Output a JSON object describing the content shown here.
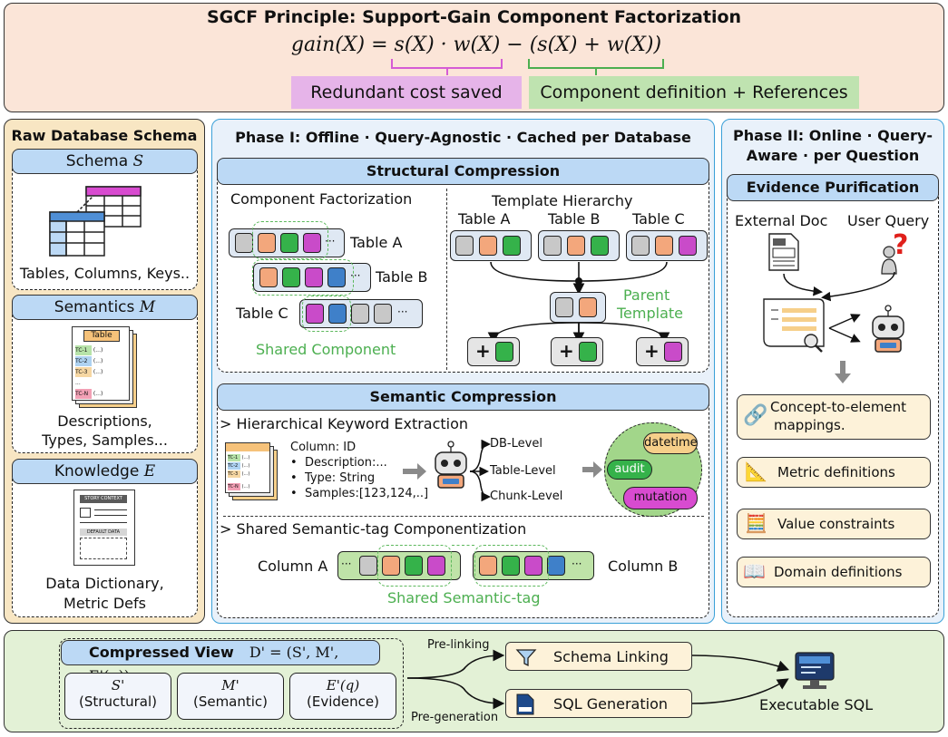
{
  "principle": {
    "title": "SGCF  Principle: Support-Gain Component Factorization",
    "formula": "gain(X) = s(X) · w(X) − (s(X) + w(X))",
    "redundant_label": "Redundant cost saved",
    "component_label": "Component definition + References"
  },
  "raw_schema": {
    "title": "Raw Database Schema",
    "schema_header": "Schema",
    "schema_symbol": "S",
    "schema_caption": "Tables, Columns, Keys..",
    "semantics_header": "Semantics",
    "semantics_symbol": "M",
    "table_label": "Table",
    "tc_labels": [
      "TC-1",
      "TC-2",
      "TC-3",
      "...",
      "TC-N"
    ],
    "tc_value": "(...)",
    "semantics_caption_1": "Descriptions,",
    "semantics_caption_2": "Types, Samples...",
    "knowledge_header": "Knowledge",
    "knowledge_symbol": "E",
    "story_context": "STORY CONTEXT",
    "default_data": "DEFAULT DATA",
    "knowledge_caption_1": "Data Dictionary,",
    "knowledge_caption_2": "Metric Defs"
  },
  "phase1": {
    "title": "Phase I: Offline · Query-Agnostic · Cached per Database",
    "structural": {
      "header": "Structural Compression",
      "factorization_title": "Component Factorization",
      "table_a": "Table A",
      "table_b": "Table B",
      "table_c": "Table C",
      "ellipsis": "···",
      "shared_component": "Shared Component",
      "hierarchy_title": "Template Hierarchy",
      "parent_template_1": "Parent",
      "parent_template_2": "Template",
      "plus": "+"
    },
    "semantic": {
      "header": "Semantic Compression",
      "keyword_title": "> Hierarchical Keyword Extraction",
      "column_id": "Column: ID",
      "description": "Description:...",
      "type": "Type: String",
      "samples": "Samples:[123,124,..]",
      "db_level": "DB-Level",
      "table_level": "Table-Level",
      "chunk_level": "Chunk-Level",
      "tag_datetime": "datetime",
      "tag_audit": "audit",
      "tag_mutation": "mutation",
      "tag_title": "> Shared Semantic-tag Componentization",
      "column_a": "Column A",
      "column_b": "Column B",
      "shared_tag": "Shared Semantic-tag"
    }
  },
  "phase2": {
    "title_1": "Phase II: Online · Query-",
    "title_2": "Aware · per Question",
    "header": "Evidence Purification",
    "external_doc": "External Doc",
    "user_query": "User Query",
    "items": [
      {
        "label_1": "Concept-to-element",
        "label_2": "mappings.",
        "icon": "link-icon"
      },
      {
        "label_1": "Metric definitions",
        "label_2": "",
        "icon": "ruler-icon"
      },
      {
        "label_1": "Value constraints",
        "label_2": "",
        "icon": "calculator-icon"
      },
      {
        "label_1": "Domain definitions",
        "label_2": "",
        "icon": "book-icon"
      }
    ]
  },
  "bottom": {
    "compressed_view": "Compressed View",
    "view_formula": "D' = (S', M', E'(q))",
    "s_prime": "S'",
    "s_label": "(Structural)",
    "m_prime": "M'",
    "m_label": "(Semantic)",
    "e_prime": "E'(q)",
    "e_label": "(Evidence)",
    "pre_linking": "Pre-linking",
    "pre_generation": "Pre-generation",
    "schema_linking": "Schema Linking",
    "sql_generation": "SQL Generation",
    "executable_sql": "Executable SQL"
  },
  "colors": {
    "top_bg": "#fbe5d8",
    "left_bg": "#f8e6c3",
    "phase_bg": "#e9f1fa",
    "bottom_bg": "#e3f1d6",
    "header_blue": "#bcd9f5",
    "accent_green": "#4caf50",
    "accent_pink": "#e6b4e9"
  }
}
